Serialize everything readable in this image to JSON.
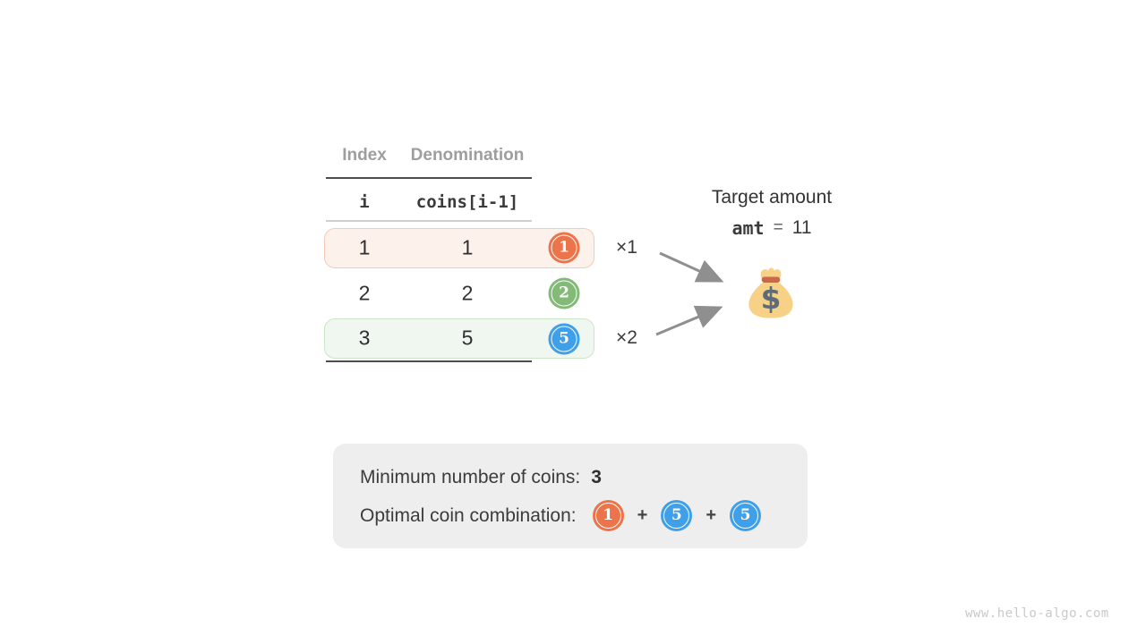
{
  "table": {
    "columns": [
      "Index",
      "Denomination"
    ],
    "subheader": [
      "i",
      "coins[i-1]"
    ],
    "rows": [
      {
        "index": "1",
        "denomination": "1",
        "coin": "1",
        "coin_color": "orange",
        "highlight": "orange",
        "multiplier": "×1"
      },
      {
        "index": "2",
        "denomination": "2",
        "coin": "2",
        "coin_color": "green",
        "highlight": "none",
        "multiplier": ""
      },
      {
        "index": "3",
        "denomination": "5",
        "coin": "5",
        "coin_color": "blue",
        "highlight": "green",
        "multiplier": "×2"
      }
    ]
  },
  "target": {
    "label": "Target amount",
    "variable": "amt",
    "equals": "=",
    "value": "11"
  },
  "summary": {
    "min_coins_label": "Minimum number of coins:",
    "min_coins_value": "3",
    "combination_label": "Optimal coin combination:",
    "combination_coins": [
      "1",
      "5",
      "5"
    ],
    "plus_sign": "+"
  },
  "watermark": "www.hello-algo.com",
  "colors": {
    "coin_orange": "#ec744b",
    "coin_green": "#84ba77",
    "coin_blue": "#3f9fe8",
    "row_orange_bg": "#fdf1eb",
    "row_orange_border": "#f3cbb5",
    "row_green_bg": "#f0f7f0",
    "row_green_border": "#cce4c8",
    "summary_bg": "#eeeeee",
    "arrow_gray": "#8f8f8f",
    "money_bag_body": "#f6d186",
    "money_bag_tie": "#c9684b",
    "money_bag_dollar": "#5e6b7a"
  }
}
